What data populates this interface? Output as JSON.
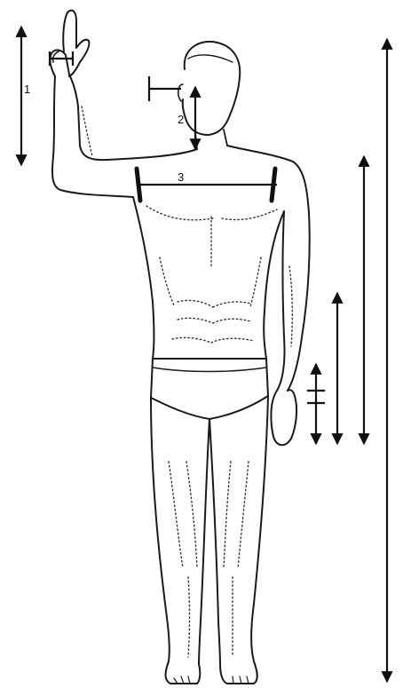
{
  "labels": {
    "m1": "1",
    "m2": "2",
    "m3": "3"
  },
  "colors": {
    "ink": "#1a1a1a",
    "background": "#ffffff"
  }
}
